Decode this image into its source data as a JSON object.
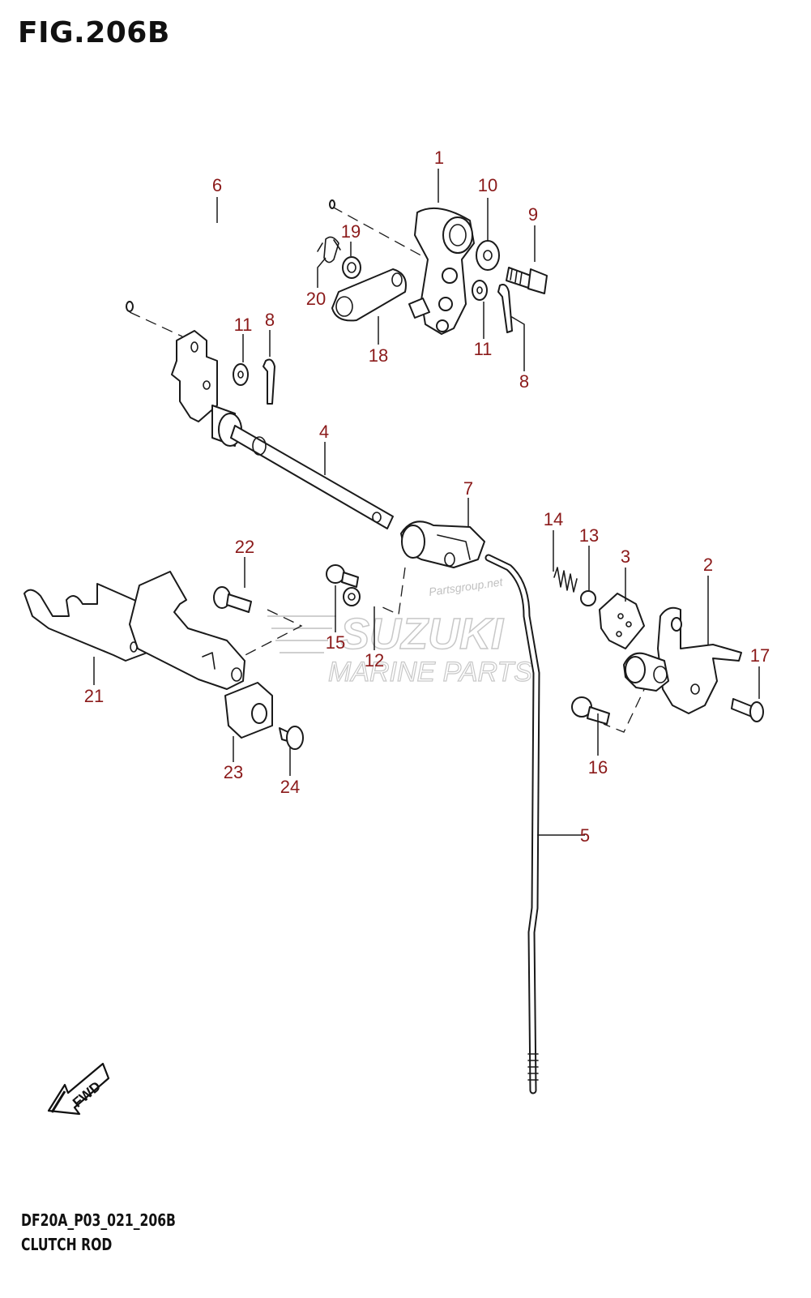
{
  "figure": {
    "title": "FIG.206B"
  },
  "footer": {
    "code": "DF20A_P03_021_206B",
    "name": "CLUTCH ROD"
  },
  "watermark": {
    "brand": "SUZUKI",
    "sub": "MARINE PARTS",
    "small": "Partsgroup.net"
  },
  "fwd_label": "FWD",
  "callouts": {
    "c1": "1",
    "c2": "2",
    "c3": "3",
    "c4": "4",
    "c5": "5",
    "c6": "6",
    "c7": "7",
    "c8a": "8",
    "c8b": "8",
    "c9": "9",
    "c10": "10",
    "c11a": "11",
    "c11b": "11",
    "c12": "12",
    "c13": "13",
    "c14": "14",
    "c15": "15",
    "c16": "16",
    "c17": "17",
    "c18": "18",
    "c19": "19",
    "c20": "20",
    "c21": "21",
    "c22": "22",
    "c23": "23",
    "c24": "24"
  },
  "colors": {
    "callout": "#8b1a1a",
    "line": "#1a1a1a",
    "watermark": "#c8c8c8"
  }
}
